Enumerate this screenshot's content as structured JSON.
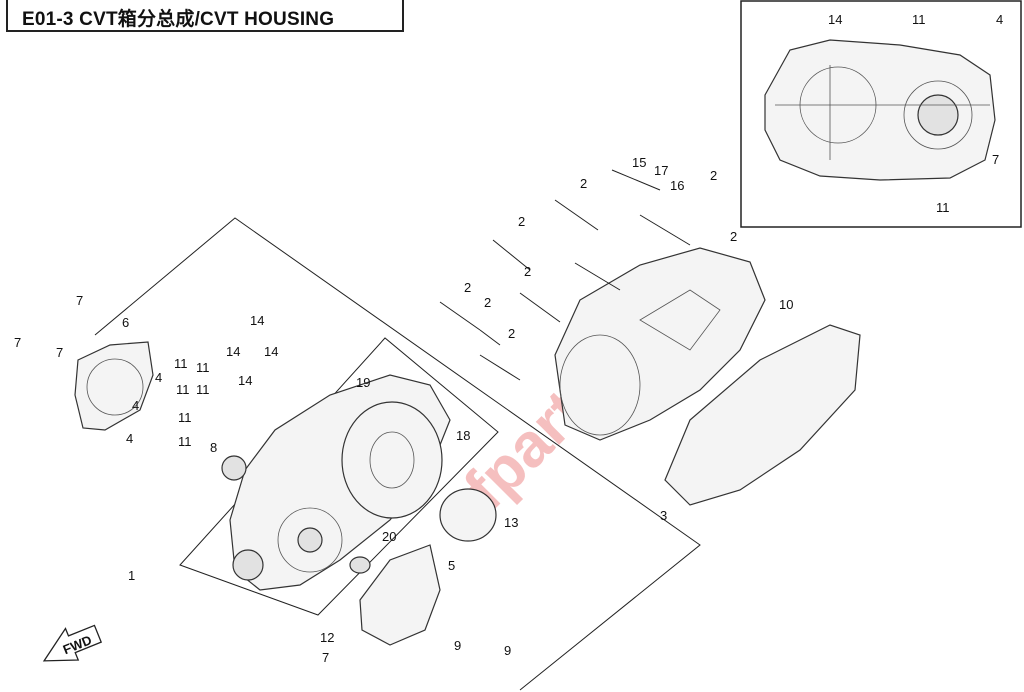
{
  "title": {
    "text": "E01-3  CVT箱分总成/CVT HOUSING"
  },
  "watermark": "cfparts.ru",
  "fwd_label": "FWD",
  "colors": {
    "line": "#222222",
    "watermark": "#e24848"
  },
  "callouts": [
    {
      "id": "c7a",
      "label": "7"
    },
    {
      "id": "c6",
      "label": "6"
    },
    {
      "id": "c7b",
      "label": "7"
    },
    {
      "id": "c7c",
      "label": "7"
    },
    {
      "id": "c14a",
      "label": "14"
    },
    {
      "id": "c14b",
      "label": "14"
    },
    {
      "id": "c14c",
      "label": "14"
    },
    {
      "id": "c14d",
      "label": "14"
    },
    {
      "id": "c11a",
      "label": "11"
    },
    {
      "id": "c11b",
      "label": "11"
    },
    {
      "id": "c4a",
      "label": "4"
    },
    {
      "id": "c11c",
      "label": "11"
    },
    {
      "id": "c11d",
      "label": "11"
    },
    {
      "id": "c4b",
      "label": "4"
    },
    {
      "id": "c4c",
      "label": "4"
    },
    {
      "id": "c11e",
      "label": "11"
    },
    {
      "id": "c11f",
      "label": "11"
    },
    {
      "id": "c8",
      "label": "8"
    },
    {
      "id": "c19",
      "label": "19"
    },
    {
      "id": "c18",
      "label": "18"
    },
    {
      "id": "c13",
      "label": "13"
    },
    {
      "id": "c20",
      "label": "20"
    },
    {
      "id": "c5",
      "label": "5"
    },
    {
      "id": "c1",
      "label": "1"
    },
    {
      "id": "c9a",
      "label": "9"
    },
    {
      "id": "c9b",
      "label": "9"
    },
    {
      "id": "c12",
      "label": "12"
    },
    {
      "id": "c7d",
      "label": "7"
    },
    {
      "id": "c2a",
      "label": "2"
    },
    {
      "id": "c2b",
      "label": "2"
    },
    {
      "id": "c2c",
      "label": "2"
    },
    {
      "id": "c2d",
      "label": "2"
    },
    {
      "id": "c2e",
      "label": "2"
    },
    {
      "id": "c2f",
      "label": "2"
    },
    {
      "id": "c2g",
      "label": "2"
    },
    {
      "id": "c2h",
      "label": "2"
    },
    {
      "id": "c15",
      "label": "15"
    },
    {
      "id": "c17",
      "label": "17"
    },
    {
      "id": "c16",
      "label": "16"
    },
    {
      "id": "c10",
      "label": "10"
    },
    {
      "id": "c3",
      "label": "3"
    },
    {
      "id": "i14",
      "label": "14"
    },
    {
      "id": "i11a",
      "label": "11"
    },
    {
      "id": "i4",
      "label": "4"
    },
    {
      "id": "i7",
      "label": "7"
    },
    {
      "id": "i11b",
      "label": "11"
    }
  ]
}
